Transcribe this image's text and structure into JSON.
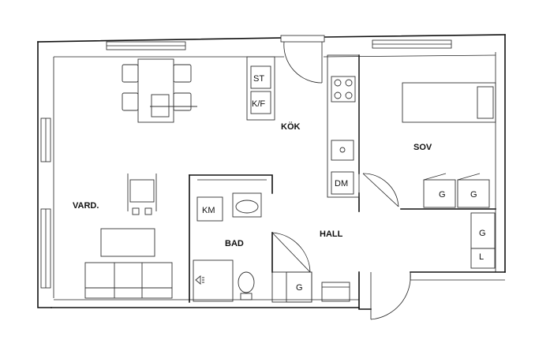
{
  "rooms": {
    "living": "VARD.",
    "kitchen": "KÖK",
    "bedroom": "SOV",
    "bath": "BAD",
    "hall": "HALL"
  },
  "appliances": {
    "stove": "ST",
    "fridge": "K/F",
    "dishwasher": "DM",
    "washer": "KM",
    "bedroom_wardrobe_1": "G",
    "bedroom_wardrobe_2": "G",
    "bedroom_wardrobe_3": "G",
    "bedroom_linen": "L",
    "hall_wardrobe": "G"
  }
}
